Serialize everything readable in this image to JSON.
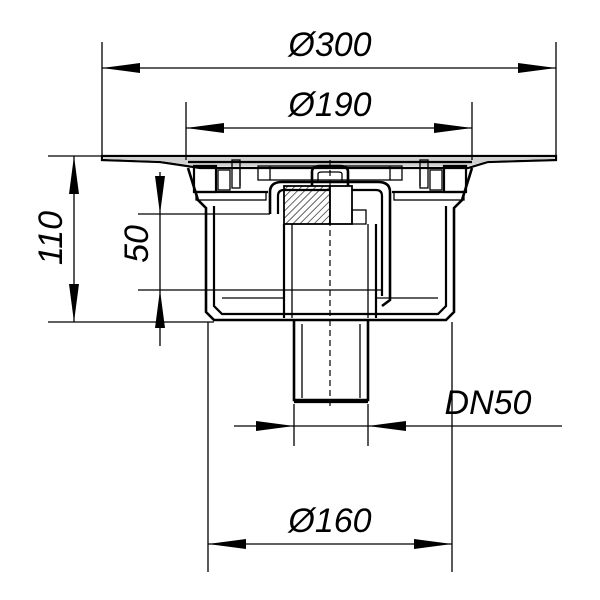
{
  "dimensions": {
    "top_diameter": "Ø300",
    "grate_diameter": "Ø190",
    "total_height": "110",
    "inner_height": "50",
    "outlet_size": "DN50",
    "body_diameter": "Ø160"
  }
}
